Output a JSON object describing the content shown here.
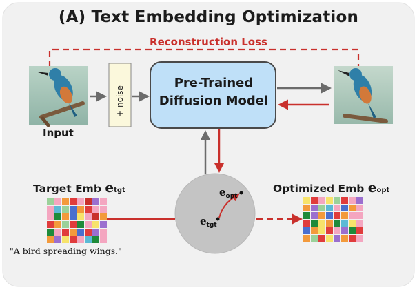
{
  "title": "(A) Text Embedding Optimization",
  "loss_label": "Reconstruction Loss",
  "noise_label": "+ noise",
  "model_label": [
    "Pre-Trained",
    "Diffusion Model"
  ],
  "input_label": "Input",
  "target_label": "Target Emb",
  "target_symbol": "e",
  "target_sub": "tgt",
  "optimized_label": "Optimized Emb",
  "optimized_symbol": "e",
  "optimized_sub": "opt",
  "circle_opt_symbol": "e",
  "circle_opt_sub": "opt",
  "circle_tgt_symbol": "e",
  "circle_tgt_sub": "tgt",
  "prompt": "\"A bird spreading wings.\"",
  "colors": {
    "panel": "#f1f1f1",
    "model_fill": "#bfe0f8",
    "noise_fill": "#fbf8dc",
    "loss_red": "#c9302c",
    "arrow_gray": "#6b6b6b",
    "circle_fill": "#c4c4c4"
  },
  "target_grid": [
    [
      "#9bd19a",
      "#f4a6c0",
      "#f39a3c",
      "#e03c3c",
      "#f4a6c0",
      "#c9302c",
      "#9b6fcf",
      "#f4a6c0"
    ],
    [
      "#f4a6c0",
      "#5bbad5",
      "#9bd19a",
      "#4a6fcf",
      "#f39a3c",
      "#e03c3c",
      "#f4a6c0",
      "#f4a6c0"
    ],
    [
      "#f4a6c0",
      "#1f8a3a",
      "#f39a3c",
      "#4a6fcf",
      "#f7e36b",
      "#f4a6c0",
      "#c9302c",
      "#f39a3c"
    ],
    [
      "#e03c3c",
      "#f39a3c",
      "#9bd19a",
      "#e03c3c",
      "#1f8a3a",
      "#f4a6c0",
      "#f7e36b",
      "#9b6fcf"
    ],
    [
      "#1f8a3a",
      "#f4a6c0",
      "#e03c3c",
      "#f39a3c",
      "#4a6fcf",
      "#e03c3c",
      "#9b6fcf",
      "#f4a6c0"
    ],
    [
      "#f39a3c",
      "#9b6fcf",
      "#f7e36b",
      "#e03c3c",
      "#f4a6c0",
      "#5bbad5",
      "#1f8a3a",
      "#f4a6c0"
    ]
  ],
  "optimized_grid": [
    [
      "#f7e36b",
      "#e03c3c",
      "#f4a6c0",
      "#f7e36b",
      "#9bd19a",
      "#e03c3c",
      "#f4a6c0",
      "#9b6fcf"
    ],
    [
      "#f39a3c",
      "#9b6fcf",
      "#9bd19a",
      "#5bbad5",
      "#f4a6c0",
      "#4a6fcf",
      "#f39a3c",
      "#f4a6c0"
    ],
    [
      "#1f8a3a",
      "#9b6fcf",
      "#f39a3c",
      "#4a6fcf",
      "#e03c3c",
      "#f39a3c",
      "#f4a6c0",
      "#f4a6c0"
    ],
    [
      "#e03c3c",
      "#1f8a3a",
      "#f7e36b",
      "#f39a3c",
      "#1f8a3a",
      "#5bbad5",
      "#f7e36b",
      "#f4a6c0"
    ],
    [
      "#4a6fcf",
      "#f39a3c",
      "#f7e36b",
      "#e03c3c",
      "#f4a6c0",
      "#9b6fcf",
      "#1f8a3a",
      "#e03c3c"
    ],
    [
      "#f39a3c",
      "#9bd19a",
      "#e03c3c",
      "#f7e36b",
      "#9b6fcf",
      "#f39a3c",
      "#e03c3c",
      "#f4a6c0"
    ]
  ]
}
